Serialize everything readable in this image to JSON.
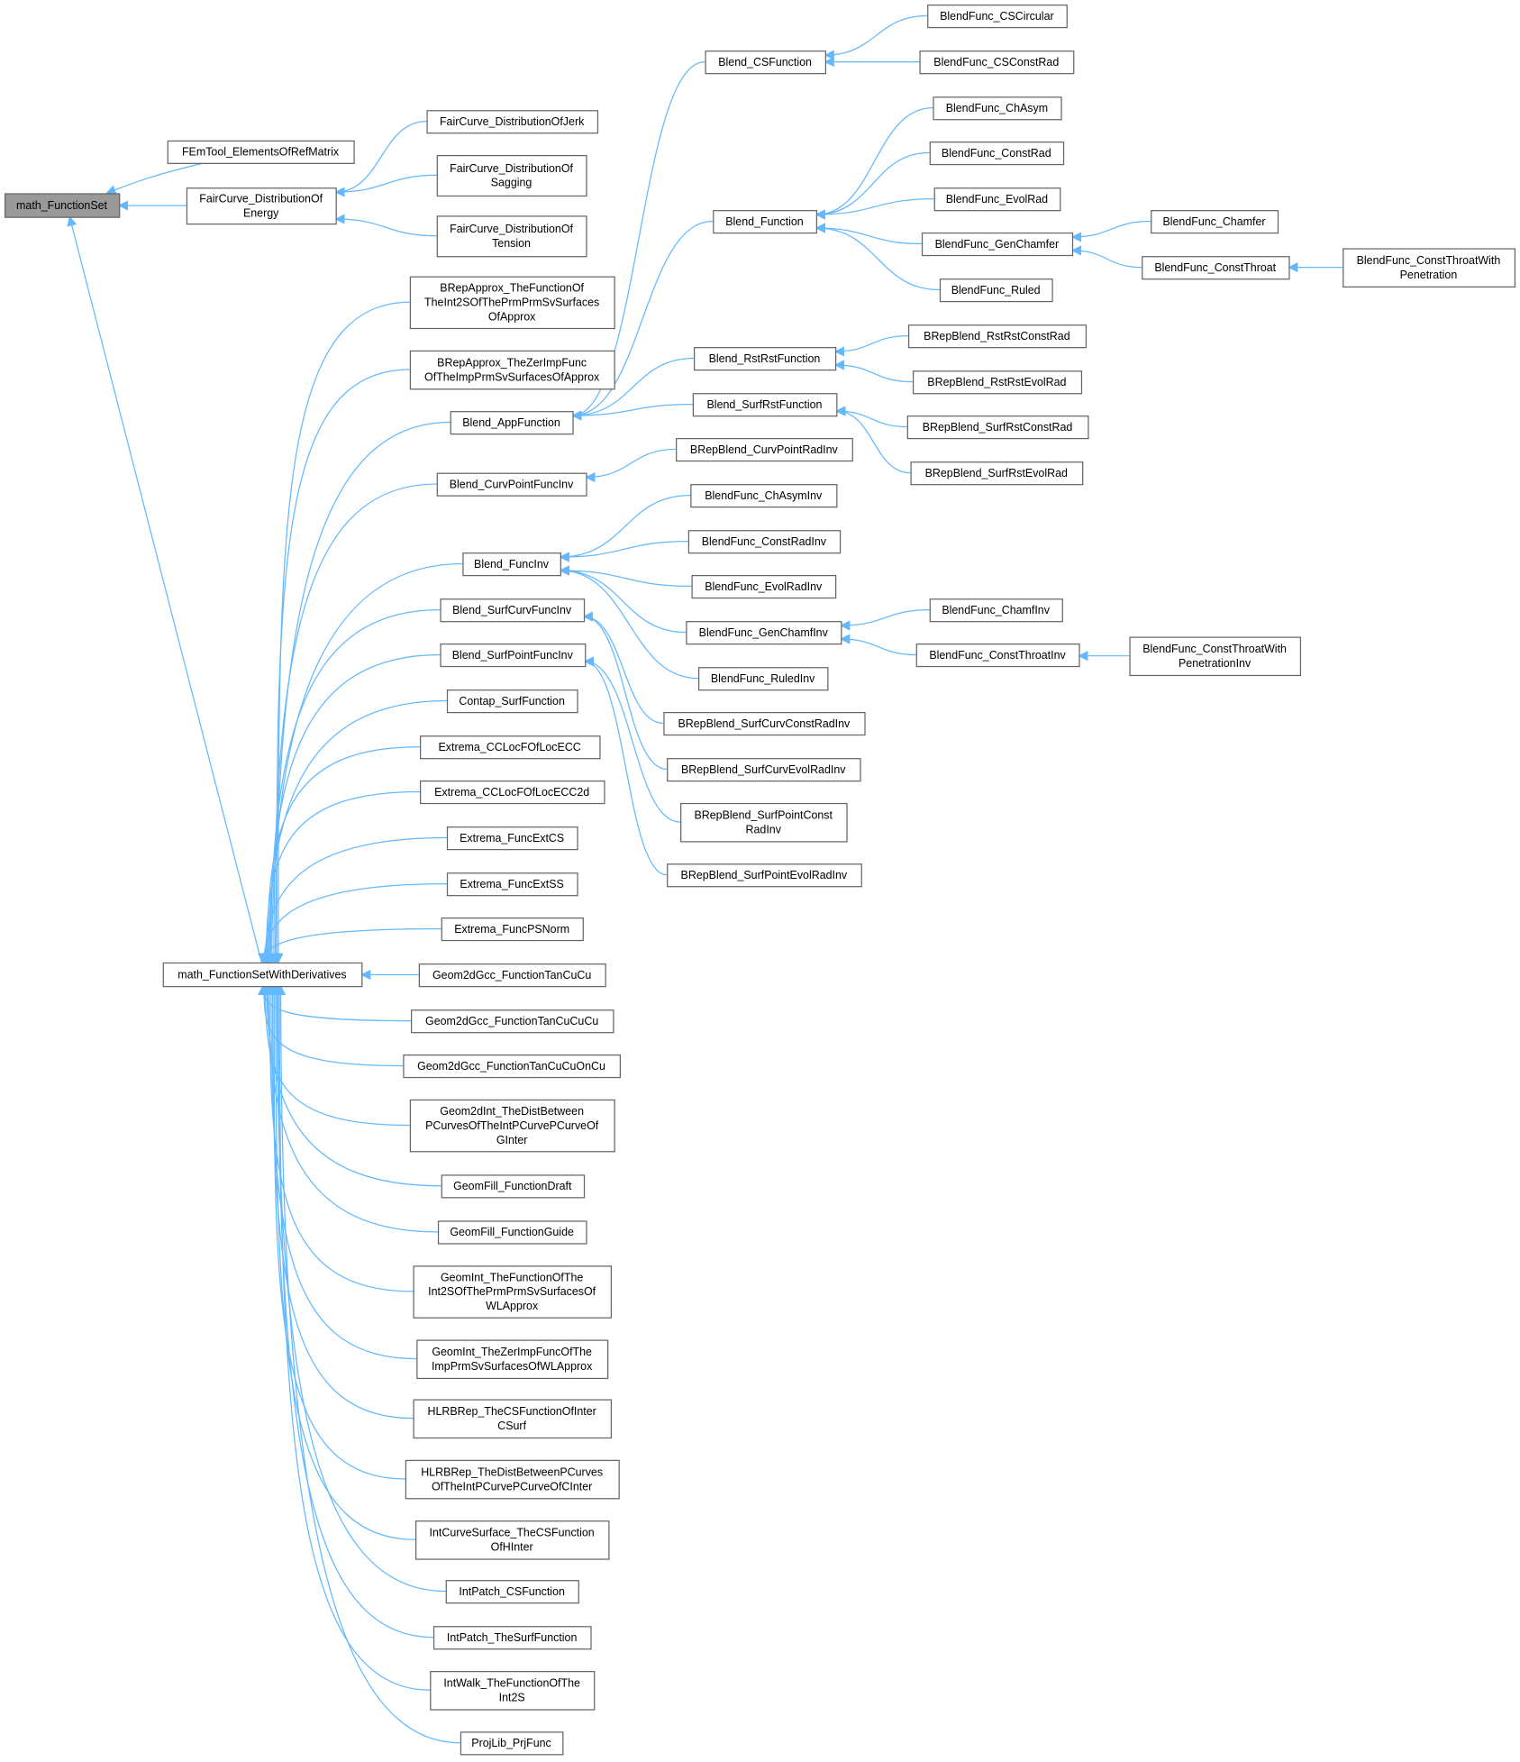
{
  "diagram": {
    "type": "inheritance-graph",
    "colors": {
      "edge": "#63b8ff",
      "box_border": "#666666",
      "highlight_fill": "#999999"
    },
    "nodes": [
      {
        "lines": [
          "math_FunctionSet"
        ],
        "highlight": true
      },
      {
        "lines": [
          "FEmTool_ElementsOfRefMatrix"
        ]
      },
      {
        "lines": [
          "FairCurve_DistributionOf",
          "Energy"
        ]
      },
      {
        "lines": [
          "FairCurve_DistributionOfJerk"
        ]
      },
      {
        "lines": [
          "FairCurve_DistributionOf",
          "Sagging"
        ]
      },
      {
        "lines": [
          "FairCurve_DistributionOf",
          "Tension"
        ]
      },
      {
        "lines": [
          "math_FunctionSetWithDerivatives"
        ]
      },
      {
        "lines": [
          "BRepApprox_TheFunctionOf",
          "TheInt2SOfThePrmPrmSvSurfaces",
          "OfApprox"
        ]
      },
      {
        "lines": [
          "BRepApprox_TheZerImpFunc",
          "OfTheImpPrmSvSurfacesOfApprox"
        ]
      },
      {
        "lines": [
          "Blend_AppFunction"
        ]
      },
      {
        "lines": [
          "Blend_CurvPointFuncInv"
        ]
      },
      {
        "lines": [
          "Blend_FuncInv"
        ]
      },
      {
        "lines": [
          "Blend_SurfCurvFuncInv"
        ]
      },
      {
        "lines": [
          "Blend_SurfPointFuncInv"
        ]
      },
      {
        "lines": [
          "Contap_SurfFunction"
        ]
      },
      {
        "lines": [
          "Extrema_CCLocFOfLocECC"
        ]
      },
      {
        "lines": [
          "Extrema_CCLocFOfLocECC2d"
        ]
      },
      {
        "lines": [
          "Extrema_FuncExtCS"
        ]
      },
      {
        "lines": [
          "Extrema_FuncExtSS"
        ]
      },
      {
        "lines": [
          "Extrema_FuncPSNorm"
        ]
      },
      {
        "lines": [
          "Geom2dGcc_FunctionTanCuCu"
        ]
      },
      {
        "lines": [
          "Geom2dGcc_FunctionTanCuCuCu"
        ]
      },
      {
        "lines": [
          "Geom2dGcc_FunctionTanCuCuOnCu"
        ]
      },
      {
        "lines": [
          "Geom2dInt_TheDistBetween",
          "PCurvesOfTheIntPCurvePCurveOf",
          "GInter"
        ]
      },
      {
        "lines": [
          "GeomFill_FunctionDraft"
        ]
      },
      {
        "lines": [
          "GeomFill_FunctionGuide"
        ]
      },
      {
        "lines": [
          "GeomInt_TheFunctionOfThe",
          "Int2SOfThePrmPrmSvSurfacesOf",
          "WLApprox"
        ]
      },
      {
        "lines": [
          "GeomInt_TheZerImpFuncOfThe",
          "ImpPrmSvSurfacesOfWLApprox"
        ]
      },
      {
        "lines": [
          "HLRBRep_TheCSFunctionOfInter",
          "CSurf"
        ]
      },
      {
        "lines": [
          "HLRBRep_TheDistBetweenPCurves",
          "OfTheIntPCurvePCurveOfCInter"
        ]
      },
      {
        "lines": [
          "IntCurveSurface_TheCSFunction",
          "OfHInter"
        ]
      },
      {
        "lines": [
          "IntPatch_CSFunction"
        ]
      },
      {
        "lines": [
          "IntPatch_TheSurfFunction"
        ]
      },
      {
        "lines": [
          "IntWalk_TheFunctionOfThe",
          "Int2S"
        ]
      },
      {
        "lines": [
          "ProjLib_PrjFunc"
        ]
      },
      {
        "lines": [
          "Blend_CSFunction"
        ]
      },
      {
        "lines": [
          "Blend_Function"
        ]
      },
      {
        "lines": [
          "Blend_RstRstFunction"
        ]
      },
      {
        "lines": [
          "Blend_SurfRstFunction"
        ]
      },
      {
        "lines": [
          "BRepBlend_CurvPointRadInv"
        ]
      },
      {
        "lines": [
          "BlendFunc_ChAsymInv"
        ]
      },
      {
        "lines": [
          "BlendFunc_ConstRadInv"
        ]
      },
      {
        "lines": [
          "BlendFunc_EvolRadInv"
        ]
      },
      {
        "lines": [
          "BlendFunc_GenChamfInv"
        ]
      },
      {
        "lines": [
          "BlendFunc_RuledInv"
        ]
      },
      {
        "lines": [
          "BRepBlend_SurfCurvConstRadInv"
        ]
      },
      {
        "lines": [
          "BRepBlend_SurfCurvEvolRadInv"
        ]
      },
      {
        "lines": [
          "BRepBlend_SurfPointConst",
          "RadInv"
        ]
      },
      {
        "lines": [
          "BRepBlend_SurfPointEvolRadInv"
        ]
      },
      {
        "lines": [
          "BlendFunc_CSCircular"
        ]
      },
      {
        "lines": [
          "BlendFunc_CSConstRad"
        ]
      },
      {
        "lines": [
          "BlendFunc_ChAsym"
        ]
      },
      {
        "lines": [
          "BlendFunc_ConstRad"
        ]
      },
      {
        "lines": [
          "BlendFunc_EvolRad"
        ]
      },
      {
        "lines": [
          "BlendFunc_GenChamfer"
        ]
      },
      {
        "lines": [
          "BlendFunc_Ruled"
        ]
      },
      {
        "lines": [
          "BRepBlend_RstRstConstRad"
        ]
      },
      {
        "lines": [
          "BRepBlend_RstRstEvolRad"
        ]
      },
      {
        "lines": [
          "BRepBlend_SurfRstConstRad"
        ]
      },
      {
        "lines": [
          "BRepBlend_SurfRstEvolRad"
        ]
      },
      {
        "lines": [
          "BlendFunc_ChamfInv"
        ]
      },
      {
        "lines": [
          "BlendFunc_ConstThroatInv"
        ]
      },
      {
        "lines": [
          "BlendFunc_ConstThroatWith",
          "PenetrationInv"
        ]
      },
      {
        "lines": [
          "BlendFunc_Chamfer"
        ]
      },
      {
        "lines": [
          "BlendFunc_ConstThroat"
        ]
      },
      {
        "lines": [
          "BlendFunc_ConstThroatWith",
          "Penetration"
        ]
      }
    ],
    "edges": [
      [
        1,
        0
      ],
      [
        2,
        0
      ],
      [
        6,
        0
      ],
      [
        3,
        2
      ],
      [
        4,
        2
      ],
      [
        5,
        2
      ],
      [
        7,
        6
      ],
      [
        8,
        6
      ],
      [
        9,
        6
      ],
      [
        10,
        6
      ],
      [
        11,
        6
      ],
      [
        12,
        6
      ],
      [
        13,
        6
      ],
      [
        14,
        6
      ],
      [
        15,
        6
      ],
      [
        16,
        6
      ],
      [
        17,
        6
      ],
      [
        18,
        6
      ],
      [
        19,
        6
      ],
      [
        20,
        6
      ],
      [
        21,
        6
      ],
      [
        22,
        6
      ],
      [
        23,
        6
      ],
      [
        24,
        6
      ],
      [
        25,
        6
      ],
      [
        26,
        6
      ],
      [
        27,
        6
      ],
      [
        28,
        6
      ],
      [
        29,
        6
      ],
      [
        30,
        6
      ],
      [
        31,
        6
      ],
      [
        32,
        6
      ],
      [
        33,
        6
      ],
      [
        34,
        6
      ],
      [
        35,
        9
      ],
      [
        36,
        9
      ],
      [
        37,
        9
      ],
      [
        38,
        9
      ],
      [
        49,
        35
      ],
      [
        50,
        35
      ],
      [
        51,
        36
      ],
      [
        52,
        36
      ],
      [
        53,
        36
      ],
      [
        54,
        36
      ],
      [
        55,
        36
      ],
      [
        63,
        54
      ],
      [
        64,
        54
      ],
      [
        65,
        64
      ],
      [
        56,
        37
      ],
      [
        57,
        37
      ],
      [
        58,
        38
      ],
      [
        59,
        38
      ],
      [
        39,
        10
      ],
      [
        40,
        11
      ],
      [
        41,
        11
      ],
      [
        42,
        11
      ],
      [
        43,
        11
      ],
      [
        44,
        11
      ],
      [
        60,
        43
      ],
      [
        61,
        43
      ],
      [
        62,
        61
      ],
      [
        45,
        12
      ],
      [
        46,
        12
      ],
      [
        47,
        13
      ],
      [
        48,
        13
      ]
    ]
  }
}
